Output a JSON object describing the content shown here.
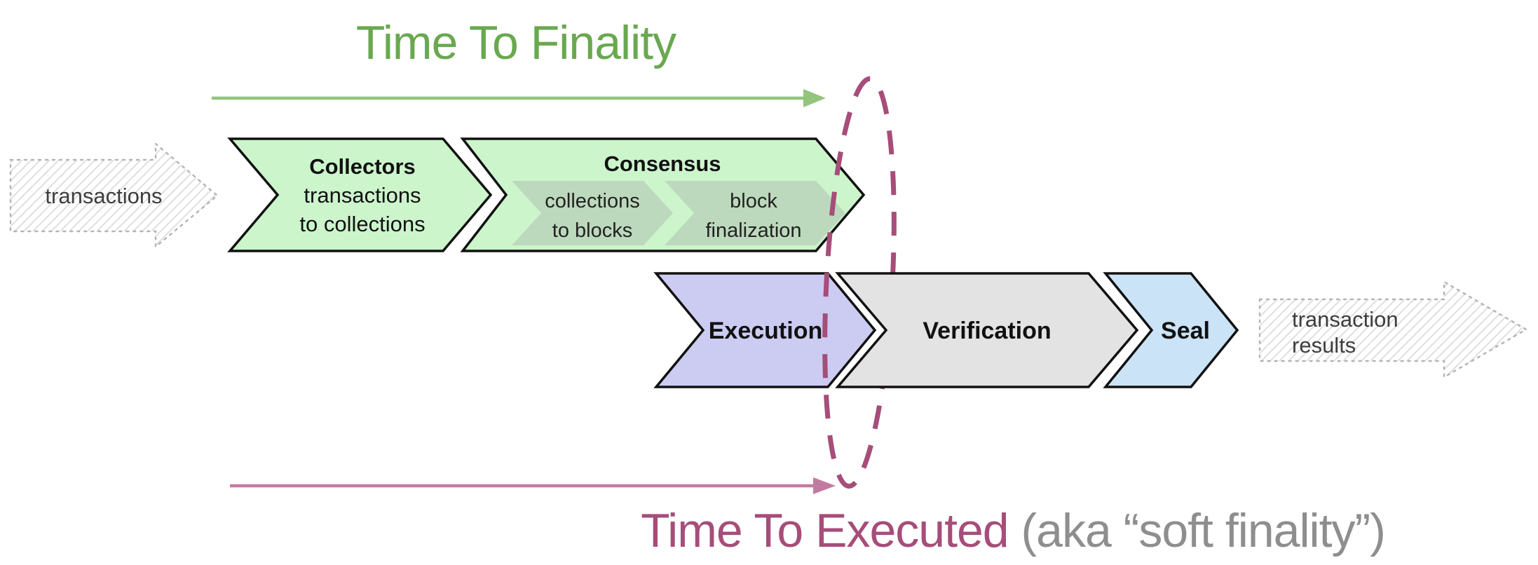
{
  "titles": {
    "time_to_finality": "Time To Finality",
    "time_to_executed": "Time To Executed",
    "time_to_executed_note": " (aka “soft finality”)"
  },
  "input_arrow": {
    "label": "transactions"
  },
  "output_arrow": {
    "label_line1": "transaction",
    "label_line2": "results"
  },
  "stages": {
    "collectors": {
      "title": "Collectors",
      "subtitle_line1": "transactions",
      "subtitle_line2": "to collections"
    },
    "consensus": {
      "title": "Consensus",
      "substeps": {
        "collections_to_blocks": {
          "line1": "collections",
          "line2": "to blocks"
        },
        "block_finalization": {
          "line1": "block",
          "line2": "finalization"
        }
      }
    },
    "execution": {
      "title": "Execution"
    },
    "verification": {
      "title": "Verification"
    },
    "seal": {
      "title": "Seal"
    }
  },
  "colors": {
    "finality_green_text": "#6aa84f",
    "finality_arrow_green": "#93c47d",
    "stage_green_fill": "#ccf5cc",
    "substep_green_fill": "#bdd9bd",
    "execution_purple_fill": "#ccccf2",
    "verification_gray_fill": "#e3e3e3",
    "seal_blue_fill": "#cbe3f7",
    "executed_magenta": "#a64d79",
    "executed_arrow_pink": "#c27ba0",
    "outline_black": "#111111",
    "note_gray": "#8e8e8e"
  }
}
